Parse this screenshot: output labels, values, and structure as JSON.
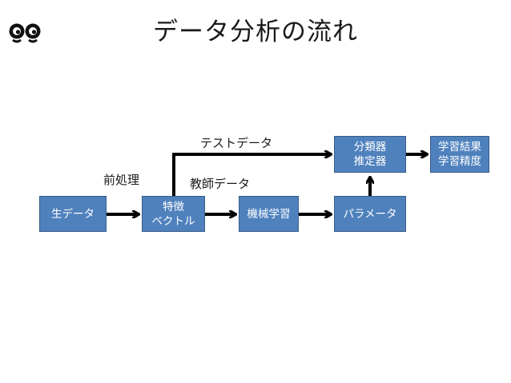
{
  "title": "データ分析の流れ",
  "colors": {
    "node_fill": "#4f81bd",
    "node_border": "#385d8a",
    "arrow": "#000000"
  },
  "nodes": {
    "raw_data": "生データ",
    "feature_vector": {
      "line1": "特徴",
      "line2": "ベクトル"
    },
    "machine_learning": "機械学習",
    "parameters": "パラメータ",
    "classifier": {
      "line1": "分類器",
      "line2": "推定器"
    },
    "result": {
      "line1": "学習結果",
      "line2": "学習精度"
    }
  },
  "labels": {
    "preprocessing": "前処理",
    "test_data": "テストデータ",
    "training_data": "教師データ"
  }
}
